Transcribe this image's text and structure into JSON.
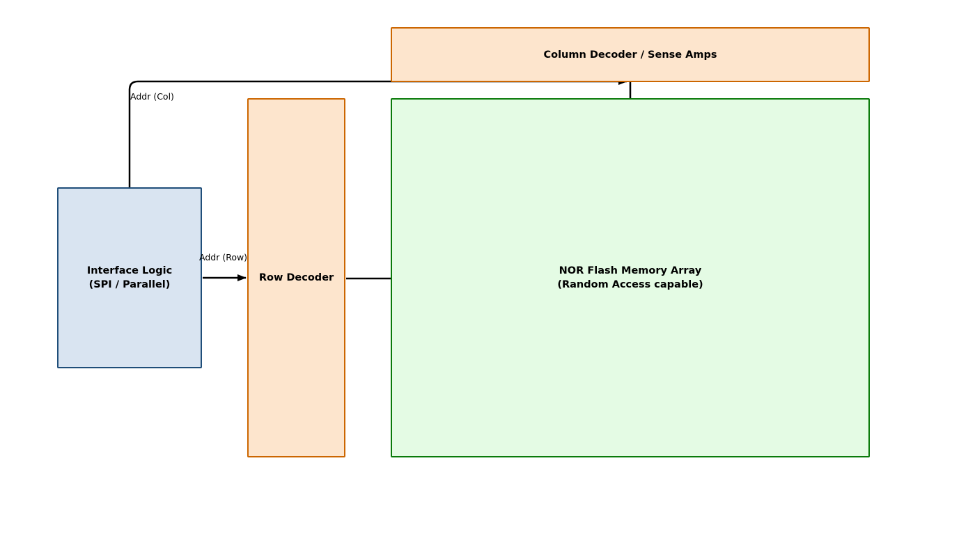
{
  "diagram": {
    "background": "#ffffff",
    "connector_color": "#000000",
    "nodes": {
      "interface_logic": {
        "label": "Interface Logic\n(SPI / Parallel)",
        "fill": "#d9e4f1",
        "border": "#1f4e79"
      },
      "row_decoder": {
        "label": "Row Decoder",
        "fill": "#fde5cd",
        "border": "#cc6600"
      },
      "column_decoder": {
        "label": "Column Decoder / Sense Amps",
        "fill": "#fde5cd",
        "border": "#cc6600"
      },
      "nor_array": {
        "label": "NOR Flash Memory Array\n(Random Access capable)",
        "fill": "#e4fbe4",
        "border": "#0a7a0a"
      }
    },
    "edges": {
      "addr_col": {
        "label": "Addr (Col)"
      },
      "addr_row": {
        "label": "Addr (Row)"
      }
    }
  }
}
